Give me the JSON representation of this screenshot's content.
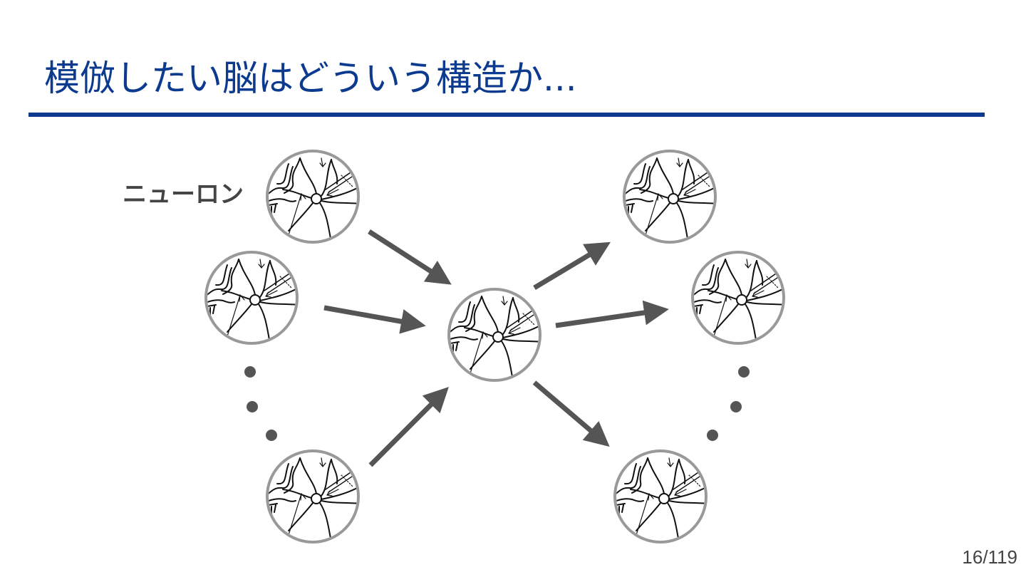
{
  "slide": {
    "title": "模倣したい脳はどういう構造か...",
    "page": "16/119"
  },
  "diagram": {
    "neuron_label": "ニューロン",
    "colors": {
      "title": "#0b3a8e",
      "rule": "#0b3a8e",
      "arrow": "#555555",
      "circle_border": "#999999",
      "sketch": "#111111",
      "dots": "#555555"
    },
    "icons": [
      "neuron-icon",
      "arrow-icon",
      "ellipsis-dot-icon"
    ]
  }
}
